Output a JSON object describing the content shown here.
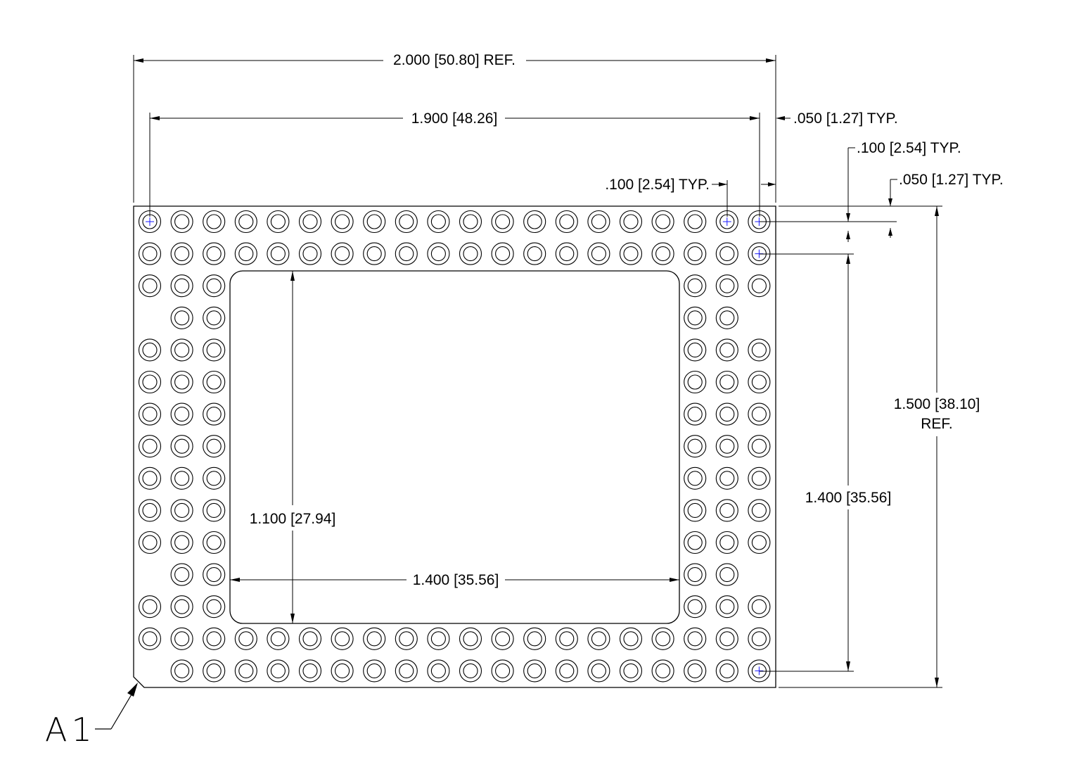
{
  "dimensions": {
    "overall_width": "2.000 [50.80] REF.",
    "pin_span_width": "1.900 [48.26]",
    "edge_offset_x": ".050 [1.27] TYP.",
    "pitch_y": ".100 [2.54] TYP.",
    "pitch_x": ".100 [2.54] TYP.",
    "edge_offset_y": ".050 [1.27] TYP.",
    "overall_height_line1": "1.500 [38.10]",
    "overall_height_line2": "REF.",
    "pin_span_height": "1.400 [35.56]",
    "cavity_height": "1.100 [27.94]",
    "cavity_width": "1.400 [35.56]"
  },
  "pin1_label": "A1",
  "grid": {
    "columns": 20,
    "rows": 15,
    "full_rows": [
      1,
      2,
      14
    ],
    "last_row_missing_first_column": true,
    "left_band_columns": [
      1,
      2,
      3
    ],
    "right_band_columns": [
      18,
      19,
      20
    ],
    "side_rows": [
      3,
      4,
      5,
      6,
      7,
      8,
      9,
      10,
      11,
      12,
      13
    ],
    "rows_missing_outer_columns": [
      4,
      12
    ],
    "center_marked_pins": [
      "1,1",
      "1,19",
      "1,20",
      "2,20",
      "15,20"
    ]
  },
  "colors": {
    "line": "#000000",
    "pin_center_mark": "#1a1aff"
  }
}
